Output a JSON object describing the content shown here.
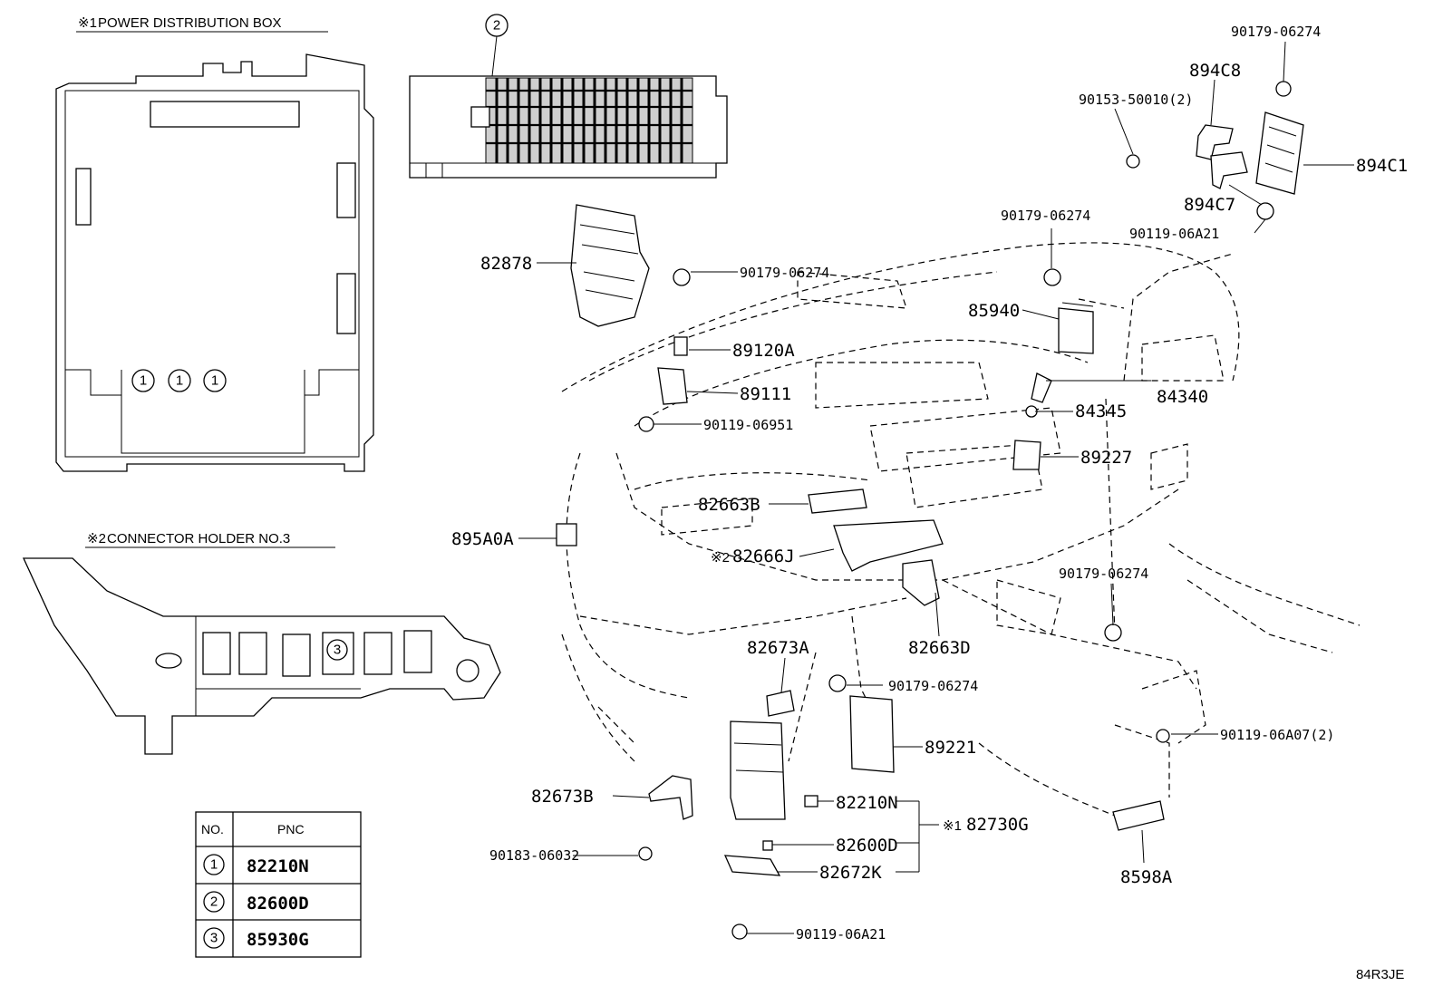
{
  "insets": {
    "power_distribution_box": {
      "mark": "※1",
      "title": "POWER DISTRIBUTION BOX"
    },
    "connector_holder": {
      "mark": "※2",
      "title": "CONNECTOR HOLDER NO.3"
    },
    "pdb_circle_markers": [
      "1",
      "1",
      "1"
    ],
    "holder_circle_marker": "3",
    "top_unit_marker": "2"
  },
  "pnc_table": {
    "header_no": "NO.",
    "header_pnc": "PNC",
    "rows": [
      {
        "no": "1",
        "pnc": "82210N"
      },
      {
        "no": "2",
        "pnc": "82600D"
      },
      {
        "no": "3",
        "pnc": "85930G"
      }
    ]
  },
  "callouts": {
    "c_90179_top": "90179-06274",
    "c_894C8": "894C8",
    "c_90153": "90153-50010(2)",
    "c_894C1": "894C1",
    "c_894C7": "894C7",
    "c_90119_06A21_top": "90119-06A21",
    "c_90179_mid": "90179-06274",
    "c_82878": "82878",
    "c_90179_left": "90179-06274",
    "c_85940": "85940",
    "c_89120A": "89120A",
    "c_89111": "89111",
    "c_84340": "84340",
    "c_84345": "84345",
    "c_90119_06951": "90119-06951",
    "c_89227": "89227",
    "c_82663B": "82663B",
    "c_895A0A": "895A0A",
    "c_82666J_mark": "※2",
    "c_82666J": "82666J",
    "c_90179_right": "90179-06274",
    "c_82663D": "82663D",
    "c_82673A": "82673A",
    "c_90179_center": "90179-06274",
    "c_90119_06A07": "90119-06A07(2)",
    "c_89221": "89221",
    "c_82673B": "82673B",
    "c_82210N": "82210N",
    "c_82730G_mark": "※1",
    "c_82730G": "82730G",
    "c_90183": "90183-06032",
    "c_82600D": "82600D",
    "c_82672K": "82672K",
    "c_8598A": "8598A",
    "c_90119_06A21_bottom": "90119-06A21"
  },
  "diagram_code": "84R3JE"
}
